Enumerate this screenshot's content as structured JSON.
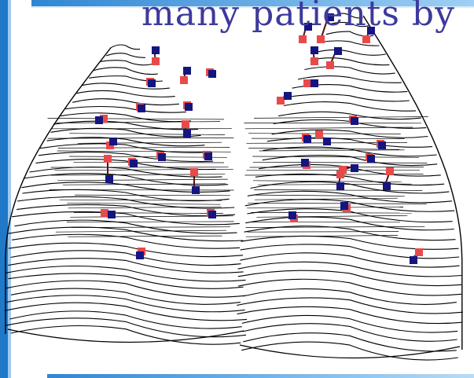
{
  "slide": {
    "title": "many patients by"
  },
  "colors": {
    "accent_blue": "#1f78c8",
    "title_color": "#3d3a9c",
    "marker_red": "#e84a4a",
    "marker_blue": "#151580",
    "drawing": "#000000"
  },
  "figure": {
    "subject": "lung-surface-contours",
    "icons": [
      "red-square-marker",
      "blue-square-marker"
    ]
  }
}
